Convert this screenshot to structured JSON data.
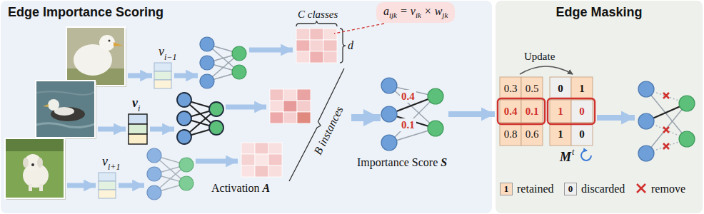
{
  "diagram": {
    "nodes": [
      {
        "text": [
          "Edge Importance Scoring"
        ]
      },
      {
        "text": [
          "Edge Masking"
        ]
      },
      {
        "text": [
          "a",
          "ijk",
          "= v",
          "ik",
          "× w",
          "jk"
        ],
        "in": 0
      }
    ],
    "labels": [
      "v",
      "i−1",
      "v",
      "i",
      "v",
      "i+1",
      "C classes",
      "d",
      "B instances",
      "Activation",
      "A",
      "0.4",
      "0.1",
      "Importance Score",
      "S",
      "Update",
      "0.3",
      "0.5",
      "0.4",
      "0.1",
      "0.8",
      "0.6",
      "0",
      "1",
      "1",
      "0",
      "1",
      "0",
      "M",
      "t",
      "1",
      "0"
    ],
    "legend": [
      {
        "text": "retained",
        "color": "#fcdcc0"
      },
      {
        "text": "discarded",
        "color": "#efefef"
      },
      {
        "text": "remove"
      }
    ]
  }
}
